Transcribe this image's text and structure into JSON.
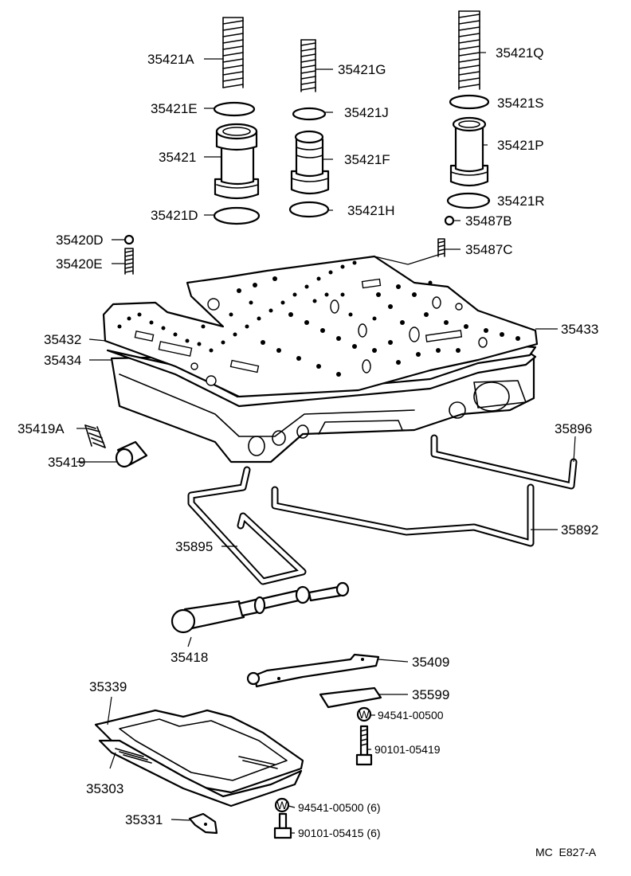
{
  "labels": {
    "p35421A": "35421A",
    "p35421G": "35421G",
    "p35421Q": "35421Q",
    "p35421E": "35421E",
    "p35421J": "35421J",
    "p35421S": "35421S",
    "p35421": "35421",
    "p35421F": "35421F",
    "p35421P": "35421P",
    "p35421D": "35421D",
    "p35421H": "35421H",
    "p35421R": "35421R",
    "p35487B": "35487B",
    "p35487C": "35487C",
    "p35420D": "35420D",
    "p35420E": "35420E",
    "p35433": "35433",
    "p35432": "35432",
    "p35434": "35434",
    "p35419A": "35419A",
    "p35419": "35419",
    "p35896": "35896",
    "p35892": "35892",
    "p35895": "35895",
    "p35418": "35418",
    "p35409": "35409",
    "p35599": "35599",
    "p35339": "35339",
    "p35303": "35303",
    "p35331": "35331",
    "w94541a": "94541-00500",
    "b90101a": "90101-05419",
    "w94541b": "94541-00500 (6)",
    "b90101b": "90101-05415 (6)"
  },
  "washer_mark": "W",
  "footer": {
    "code": "MC  E827-A"
  }
}
